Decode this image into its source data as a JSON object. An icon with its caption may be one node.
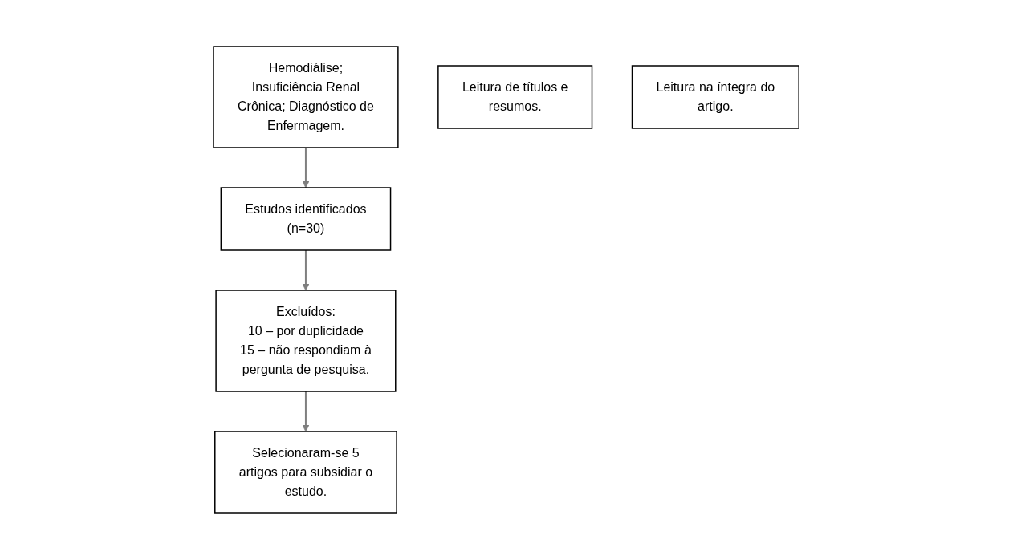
{
  "diagram": {
    "nodes": [
      {
        "text": [
          "Hemodiálise; Insuficiência Renal Crônica; Diagnóstico de Enfermagem."
        ]
      },
      {
        "text": [
          "Estudos identificados (n=30)"
        ]
      },
      {
        "text": [
          "Leitura de títulos e resumos."
        ]
      },
      {
        "text": [
          "Excluídos:",
          "10 – por duplicidade",
          "15 – não respondiam à pergunta de pesquisa."
        ]
      },
      {
        "text": [
          "Leitura na íntegra do artigo."
        ]
      },
      {
        "text": [
          "Selecionaram-se 5 artigos para subsidiar o estudo."
        ]
      }
    ],
    "edges": [
      {
        "from": 0,
        "to": 1,
        "arrow": "to"
      },
      {
        "from": 1,
        "to": 3,
        "arrow": "to"
      },
      {
        "from": 3,
        "to": 5,
        "arrow": "to"
      }
    ]
  }
}
